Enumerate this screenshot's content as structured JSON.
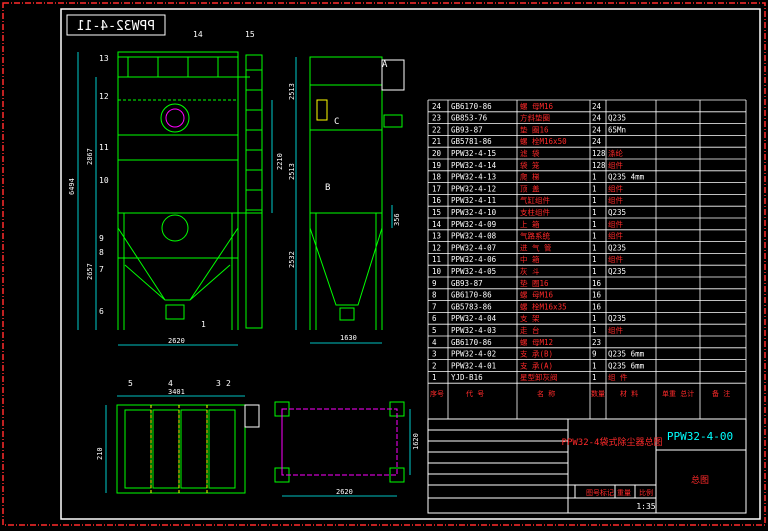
{
  "drawing": {
    "title_mirrored": "PPW32-4-11",
    "drawing_no": "PPW32-4-00",
    "name": "总图",
    "product_name": "PPW32-4袋式除尘器总图",
    "scale": "1:35",
    "sheet_label": "图号标记",
    "weight_label": "重量",
    "scale_label": "比例"
  },
  "dimensions": {
    "front_width": "2620",
    "front_total_height": "6494",
    "front_upper": "2867",
    "front_lower": "2657",
    "front_mid": "2210",
    "side_top": "2513",
    "side_mid": "2513",
    "side_low": "2532",
    "side_small": "356",
    "side_width": "1630",
    "plan_top": "3401",
    "plan_left": "210",
    "base_width": "2620",
    "base_height": "1620"
  },
  "callouts": {
    "front": [
      "14",
      "15",
      "13",
      "12",
      "11",
      "10",
      "9",
      "8",
      "7",
      "6",
      "1"
    ],
    "plan": [
      "5",
      "4",
      "3",
      "2"
    ],
    "side": [
      "A",
      "C",
      "B"
    ]
  },
  "bom": {
    "rows": [
      {
        "no": "24",
        "code": "GB6170-86",
        "name": "螺 母M16",
        "qty": "24",
        "mat": ""
      },
      {
        "no": "23",
        "code": "GB853-76",
        "name": "方斜垫圈",
        "qty": "24",
        "mat": "Q235"
      },
      {
        "no": "22",
        "code": "GB93-87",
        "name": "垫 圈16",
        "qty": "24",
        "mat": "65Mn"
      },
      {
        "no": "21",
        "code": "GB5781-86",
        "name": "螺 栓M16x50",
        "qty": "24",
        "mat": ""
      },
      {
        "no": "20",
        "code": "PPW32-4-15",
        "name": "滤 袋",
        "qty": "128",
        "mat": "涤纶"
      },
      {
        "no": "19",
        "code": "PPW32-4-14",
        "name": "袋 笼",
        "qty": "128",
        "mat": "组件"
      },
      {
        "no": "18",
        "code": "PPW32-4-13",
        "name": "爬 梯",
        "qty": "1",
        "mat": "Q235 4mm"
      },
      {
        "no": "17",
        "code": "PPW32-4-12",
        "name": "顶 盖",
        "qty": "1",
        "mat": "组件"
      },
      {
        "no": "16",
        "code": "PPW32-4-11",
        "name": "气缸组件",
        "qty": "1",
        "mat": "组件"
      },
      {
        "no": "15",
        "code": "PPW32-4-10",
        "name": "支柱组件",
        "qty": "1",
        "mat": "Q235"
      },
      {
        "no": "14",
        "code": "PPW32-4-09",
        "name": "上 箱",
        "qty": "1",
        "mat": "组件"
      },
      {
        "no": "13",
        "code": "PPW32-4-08",
        "name": "气路系统",
        "qty": "1",
        "mat": "组件"
      },
      {
        "no": "12",
        "code": "PPW32-4-07",
        "name": "进 气 管",
        "qty": "1",
        "mat": "Q235"
      },
      {
        "no": "11",
        "code": "PPW32-4-06",
        "name": "中 箱",
        "qty": "1",
        "mat": "组件"
      },
      {
        "no": "10",
        "code": "PPW32-4-05",
        "name": "灰 斗",
        "qty": "1",
        "mat": "Q235"
      },
      {
        "no": "9",
        "code": "GB93-87",
        "name": "垫 圈16",
        "qty": "16",
        "mat": ""
      },
      {
        "no": "8",
        "code": "GB6170-86",
        "name": "螺 母M16",
        "qty": "16",
        "mat": ""
      },
      {
        "no": "7",
        "code": "GB5783-86",
        "name": "螺 栓M16x35",
        "qty": "16",
        "mat": ""
      },
      {
        "no": "6",
        "code": "PPW32-4-04",
        "name": "支 架",
        "qty": "1",
        "mat": "Q235"
      },
      {
        "no": "5",
        "code": "PPW32-4-03",
        "name": "走 台",
        "qty": "1",
        "mat": "组件"
      },
      {
        "no": "4",
        "code": "GB6170-86",
        "name": "螺 母M12",
        "qty": "23",
        "mat": ""
      },
      {
        "no": "3",
        "code": "PPW32-4-02",
        "name": "支 承(B)",
        "qty": "9",
        "mat": "Q235 6mm"
      },
      {
        "no": "2",
        "code": "PPW32-4-01",
        "name": "支 承(A)",
        "qty": "1",
        "mat": "Q235 6mm"
      },
      {
        "no": "1",
        "code": "YJD-B16",
        "name": "星型卸灰阀",
        "qty": "1",
        "mat": "组 件"
      }
    ],
    "header": {
      "no": "序号",
      "code": "代 号",
      "name": "名 称",
      "qty": "数量",
      "mat": "材 料",
      "wt": "单重 总计",
      "note": "备 注"
    }
  },
  "colors": {
    "frame": "#ff2a2a",
    "border": "#ffffff",
    "outline": "#00ff00",
    "dim": "#00ffff",
    "text": "#ffffff",
    "accent": "#ffff00",
    "magenta": "#ff00ff"
  }
}
